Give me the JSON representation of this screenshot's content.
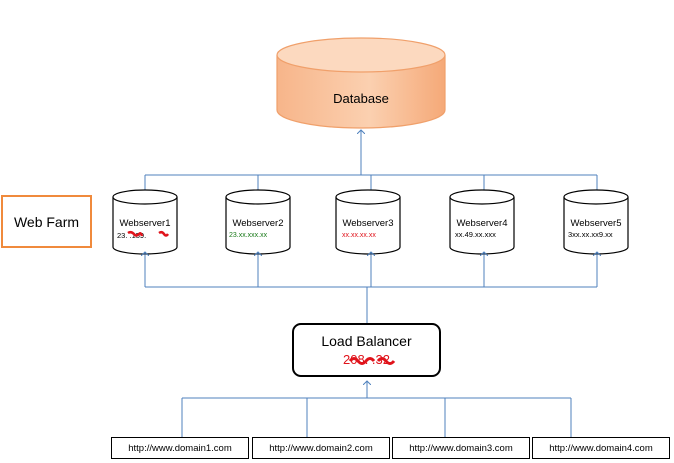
{
  "database": {
    "label": "Database"
  },
  "web_farm": {
    "label": "Web Farm"
  },
  "webservers": [
    {
      "name": "Webserver1",
      "ip": "23.  .159."
    },
    {
      "name": "Webserver2",
      "ip": "23.xx.xxx.xx"
    },
    {
      "name": "Webserver3",
      "ip": "xx.xx.xx.xx"
    },
    {
      "name": "Webserver4",
      "ip": "xx.49.xx.xxx"
    },
    {
      "name": "Webserver5",
      "ip": "3xx.xx.xx9.xx"
    }
  ],
  "load_balancer": {
    "title": "Load Balancer",
    "ip": "208.      .32"
  },
  "domains": [
    "http://www.domain1.com",
    "http://www.domain2.com",
    "http://www.domain3.com",
    "http://www.domain4.com"
  ],
  "colors": {
    "arrow": "#4f81bd",
    "database_fill": "#f9bf92",
    "database_border": "#f0a06b",
    "web_farm_border": "#f08a3c",
    "ip_red": "#e0131b",
    "ip_green": "#1a7a1a"
  }
}
